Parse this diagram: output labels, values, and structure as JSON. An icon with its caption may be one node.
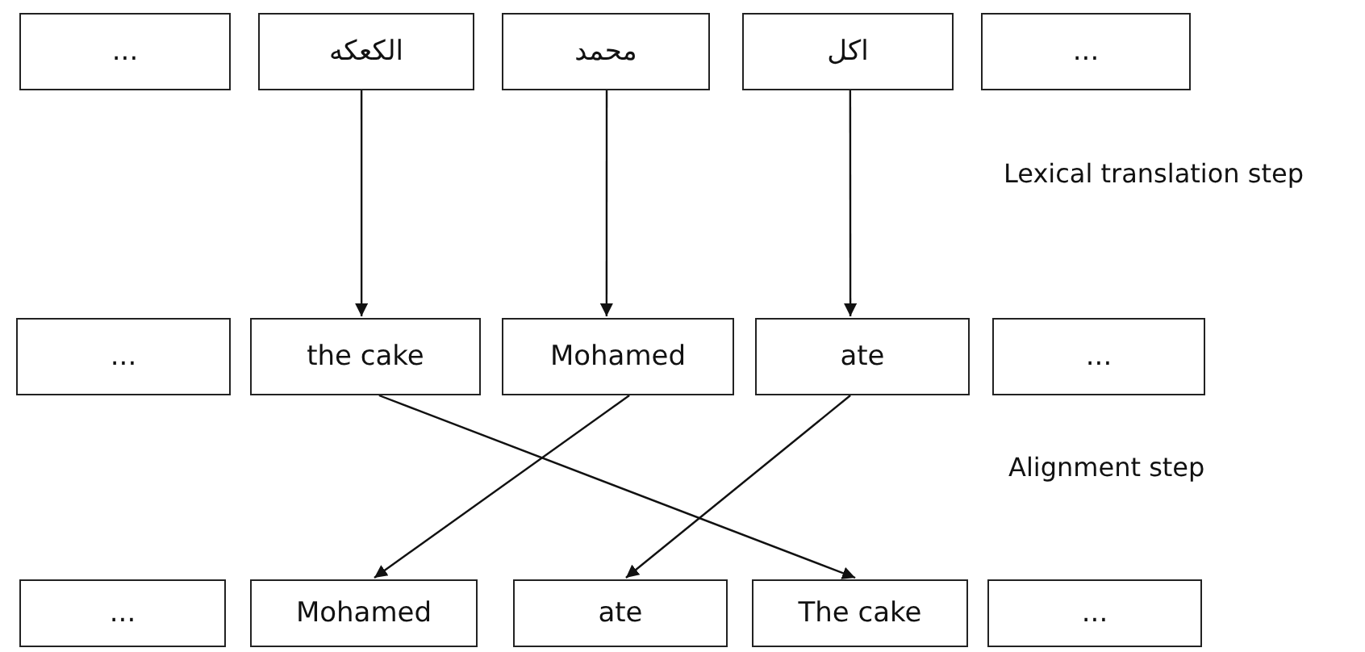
{
  "diagram": {
    "nodes": [
      {
        "text": [
          "..."
        ]
      },
      {
        "text": [
          "الكعكه"
        ]
      },
      {
        "text": [
          "محمد"
        ]
      },
      {
        "text": [
          "اكل"
        ]
      },
      {
        "text": [
          "..."
        ]
      },
      {
        "text": [
          "..."
        ]
      },
      {
        "text": [
          "the cake"
        ]
      },
      {
        "text": [
          "Mohamed"
        ]
      },
      {
        "text": [
          "ate"
        ]
      },
      {
        "text": [
          "..."
        ]
      },
      {
        "text": [
          "..."
        ]
      },
      {
        "text": [
          "Mohamed"
        ]
      },
      {
        "text": [
          "ate"
        ]
      },
      {
        "text": [
          "The cake"
        ]
      },
      {
        "text": [
          "..."
        ]
      }
    ],
    "edges": [
      {
        "from": 1,
        "to": 6,
        "arrow": "to"
      },
      {
        "from": 2,
        "to": 7,
        "arrow": "to"
      },
      {
        "from": 3,
        "to": 8,
        "arrow": "to"
      },
      {
        "from": 6,
        "to": 13,
        "arrow": "to"
      },
      {
        "from": 7,
        "to": 11,
        "arrow": "to"
      },
      {
        "from": 8,
        "to": 12,
        "arrow": "to"
      }
    ],
    "labels": [
      "Lexical translation step",
      "Alignment step"
    ]
  }
}
